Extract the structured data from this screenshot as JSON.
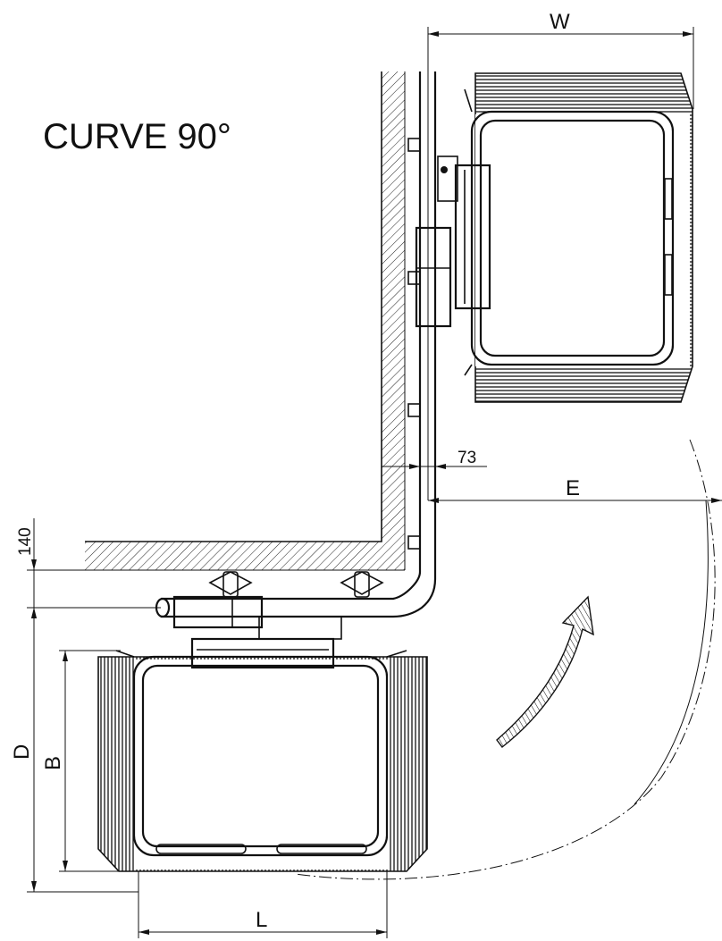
{
  "title": "CURVE 90°",
  "dimensions": {
    "W": "W",
    "offset_73": "73",
    "E": "E",
    "offset_140": "140",
    "D": "D",
    "B": "B",
    "L": "L"
  },
  "colors": {
    "line": "#111111",
    "hatch": "#222222",
    "background": "#ffffff"
  }
}
